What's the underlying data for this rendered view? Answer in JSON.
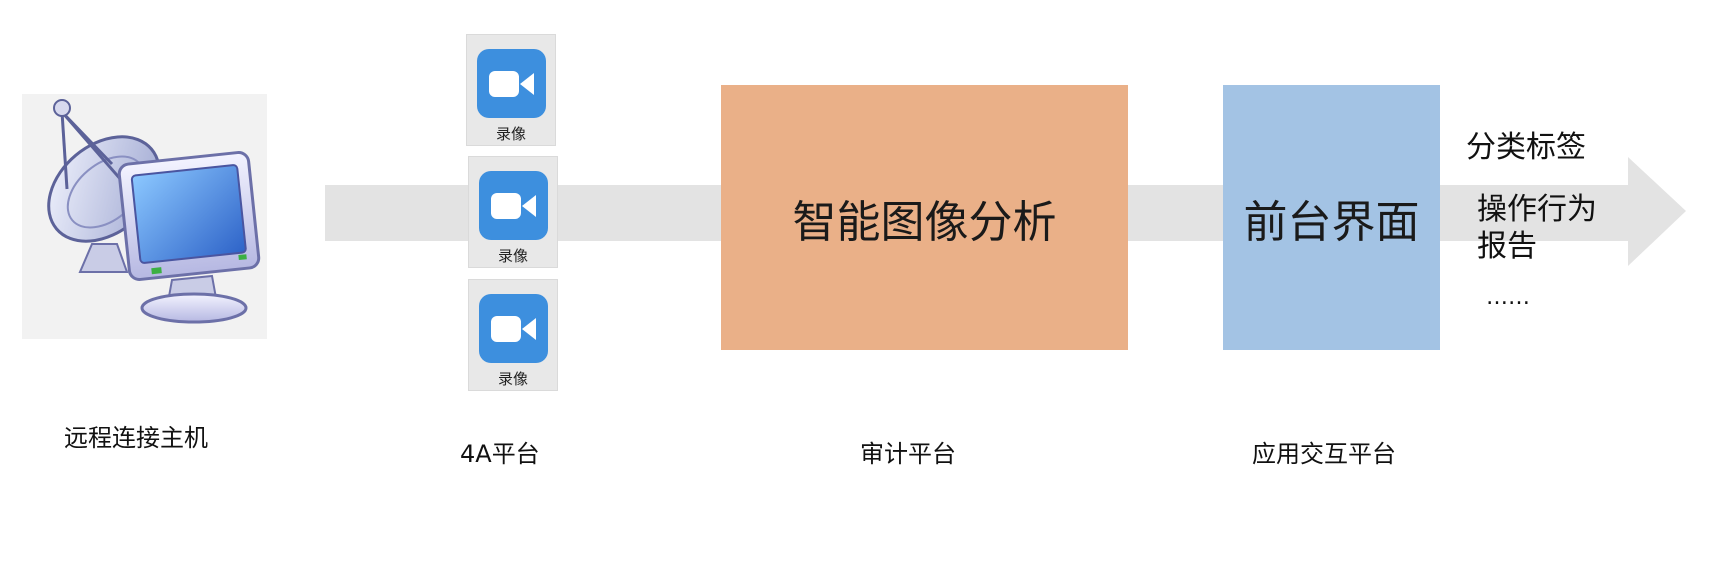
{
  "nodes": {
    "remote_host": {
      "label": "远程连接主机"
    },
    "platform_4a": {
      "label": "4A平台",
      "recordings": [
        {
          "caption": "录像",
          "icon": "video-camera-icon"
        },
        {
          "caption": "录像",
          "icon": "video-camera-icon"
        },
        {
          "caption": "录像",
          "icon": "video-camera-icon"
        }
      ]
    },
    "audit_platform": {
      "label": "审计平台",
      "box_text": "智能图像分析"
    },
    "interaction_platform": {
      "label": "应用交互平台",
      "box_text": "前台界面"
    }
  },
  "output_tags": [
    "分类标签",
    "操作行为",
    "报告",
    "……"
  ],
  "colors": {
    "arrow": "#e3e3e3",
    "analysis_box": "#eab088",
    "frontend_box": "#a3c3e4",
    "recording_icon": "#3d8fde",
    "recording_tile": "#e8e8e8"
  }
}
